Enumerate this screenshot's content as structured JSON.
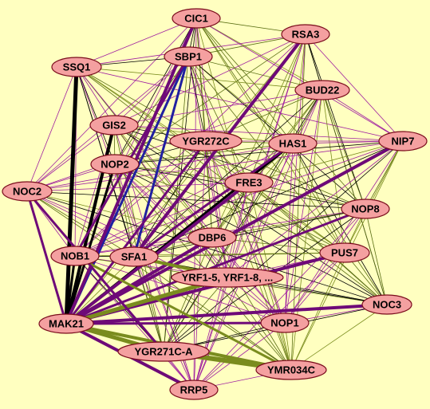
{
  "colors": {
    "background": "#ffffc0",
    "node_fill": "#f4a0a0",
    "node_stroke": "#7a0c1c",
    "edge_thin": "#5a6e14",
    "edge_olive": "#7a8c1e",
    "edge_purple": "#a020a0",
    "edge_dark_purple": "#6e0a78",
    "edge_blue": "#2020a0",
    "edge_black": "#000000"
  },
  "network": {
    "nodes": [
      {
        "id": "CIC1",
        "label": "CIC1"
      },
      {
        "id": "RSA3",
        "label": "RSA3"
      },
      {
        "id": "SSQ1",
        "label": "SSQ1"
      },
      {
        "id": "SBP1",
        "label": "SBP1"
      },
      {
        "id": "BUD22",
        "label": "BUD22"
      },
      {
        "id": "GIS2",
        "label": "GIS2"
      },
      {
        "id": "YGR272C",
        "label": "YGR272C"
      },
      {
        "id": "HAS1",
        "label": "HAS1"
      },
      {
        "id": "NIP7",
        "label": "NIP7"
      },
      {
        "id": "NOP2",
        "label": "NOP2"
      },
      {
        "id": "FRE3",
        "label": "FRE3"
      },
      {
        "id": "NOC2",
        "label": "NOC2"
      },
      {
        "id": "NOP8",
        "label": "NOP8"
      },
      {
        "id": "DBP6",
        "label": "DBP6"
      },
      {
        "id": "NOB1",
        "label": "NOB1"
      },
      {
        "id": "SFA1",
        "label": "SFA1"
      },
      {
        "id": "PUS7",
        "label": "PUS7"
      },
      {
        "id": "YRF1",
        "label": "YRF1-5, YRF1-8, ..."
      },
      {
        "id": "NOC3",
        "label": "NOC3"
      },
      {
        "id": "MAK21",
        "label": "MAK21"
      },
      {
        "id": "NOP1",
        "label": "NOP1"
      },
      {
        "id": "YGR271CA",
        "label": "YGR271C-A"
      },
      {
        "id": "YMR034C",
        "label": "YMR034C"
      },
      {
        "id": "RRP5",
        "label": "RRP5"
      }
    ]
  }
}
